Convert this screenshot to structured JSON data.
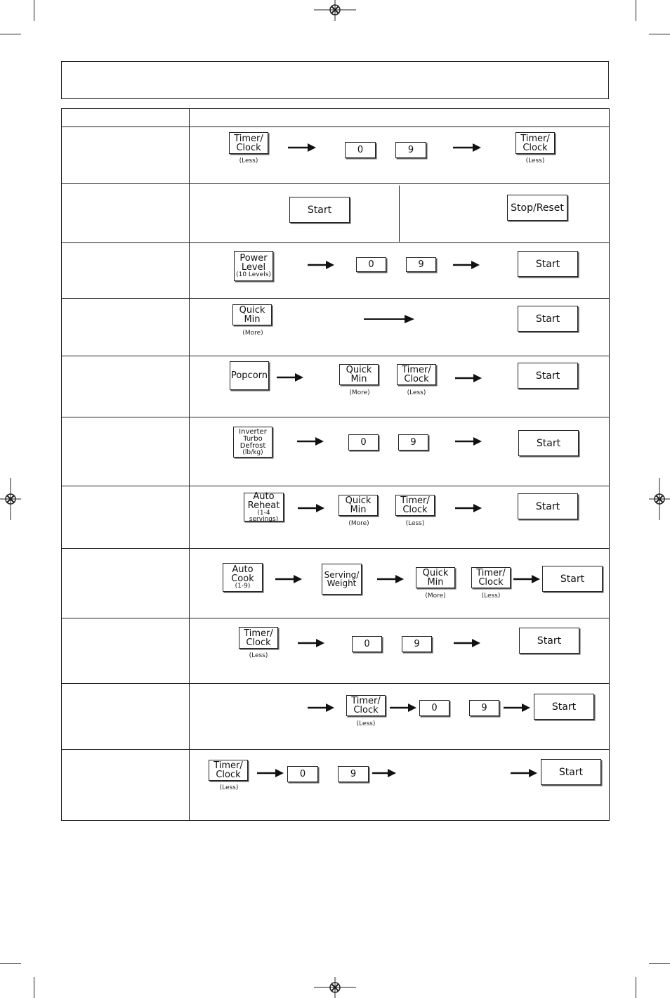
{
  "keys": {
    "timer_clock": "Timer/\nClock",
    "less": "(Less)",
    "more": "(More)",
    "zero": "0",
    "nine": "9",
    "start": "Start",
    "stop_reset": "Stop/Reset",
    "power_level": "Power\nLevel",
    "power_level_sub": "(10 Levels)",
    "quick_min": "Quick\nMin",
    "popcorn": "Popcorn",
    "defrost": "Inverter\nTurbo\nDefrost",
    "defrost_sub": "(lb/kg)",
    "auto_reheat": "Auto\nReheat",
    "auto_reheat_sub": "(1-4 servings)",
    "auto_cook": "Auto\nCook",
    "auto_cook_sub": "(1-9)",
    "serving_weight": "Serving/\nWeight"
  }
}
